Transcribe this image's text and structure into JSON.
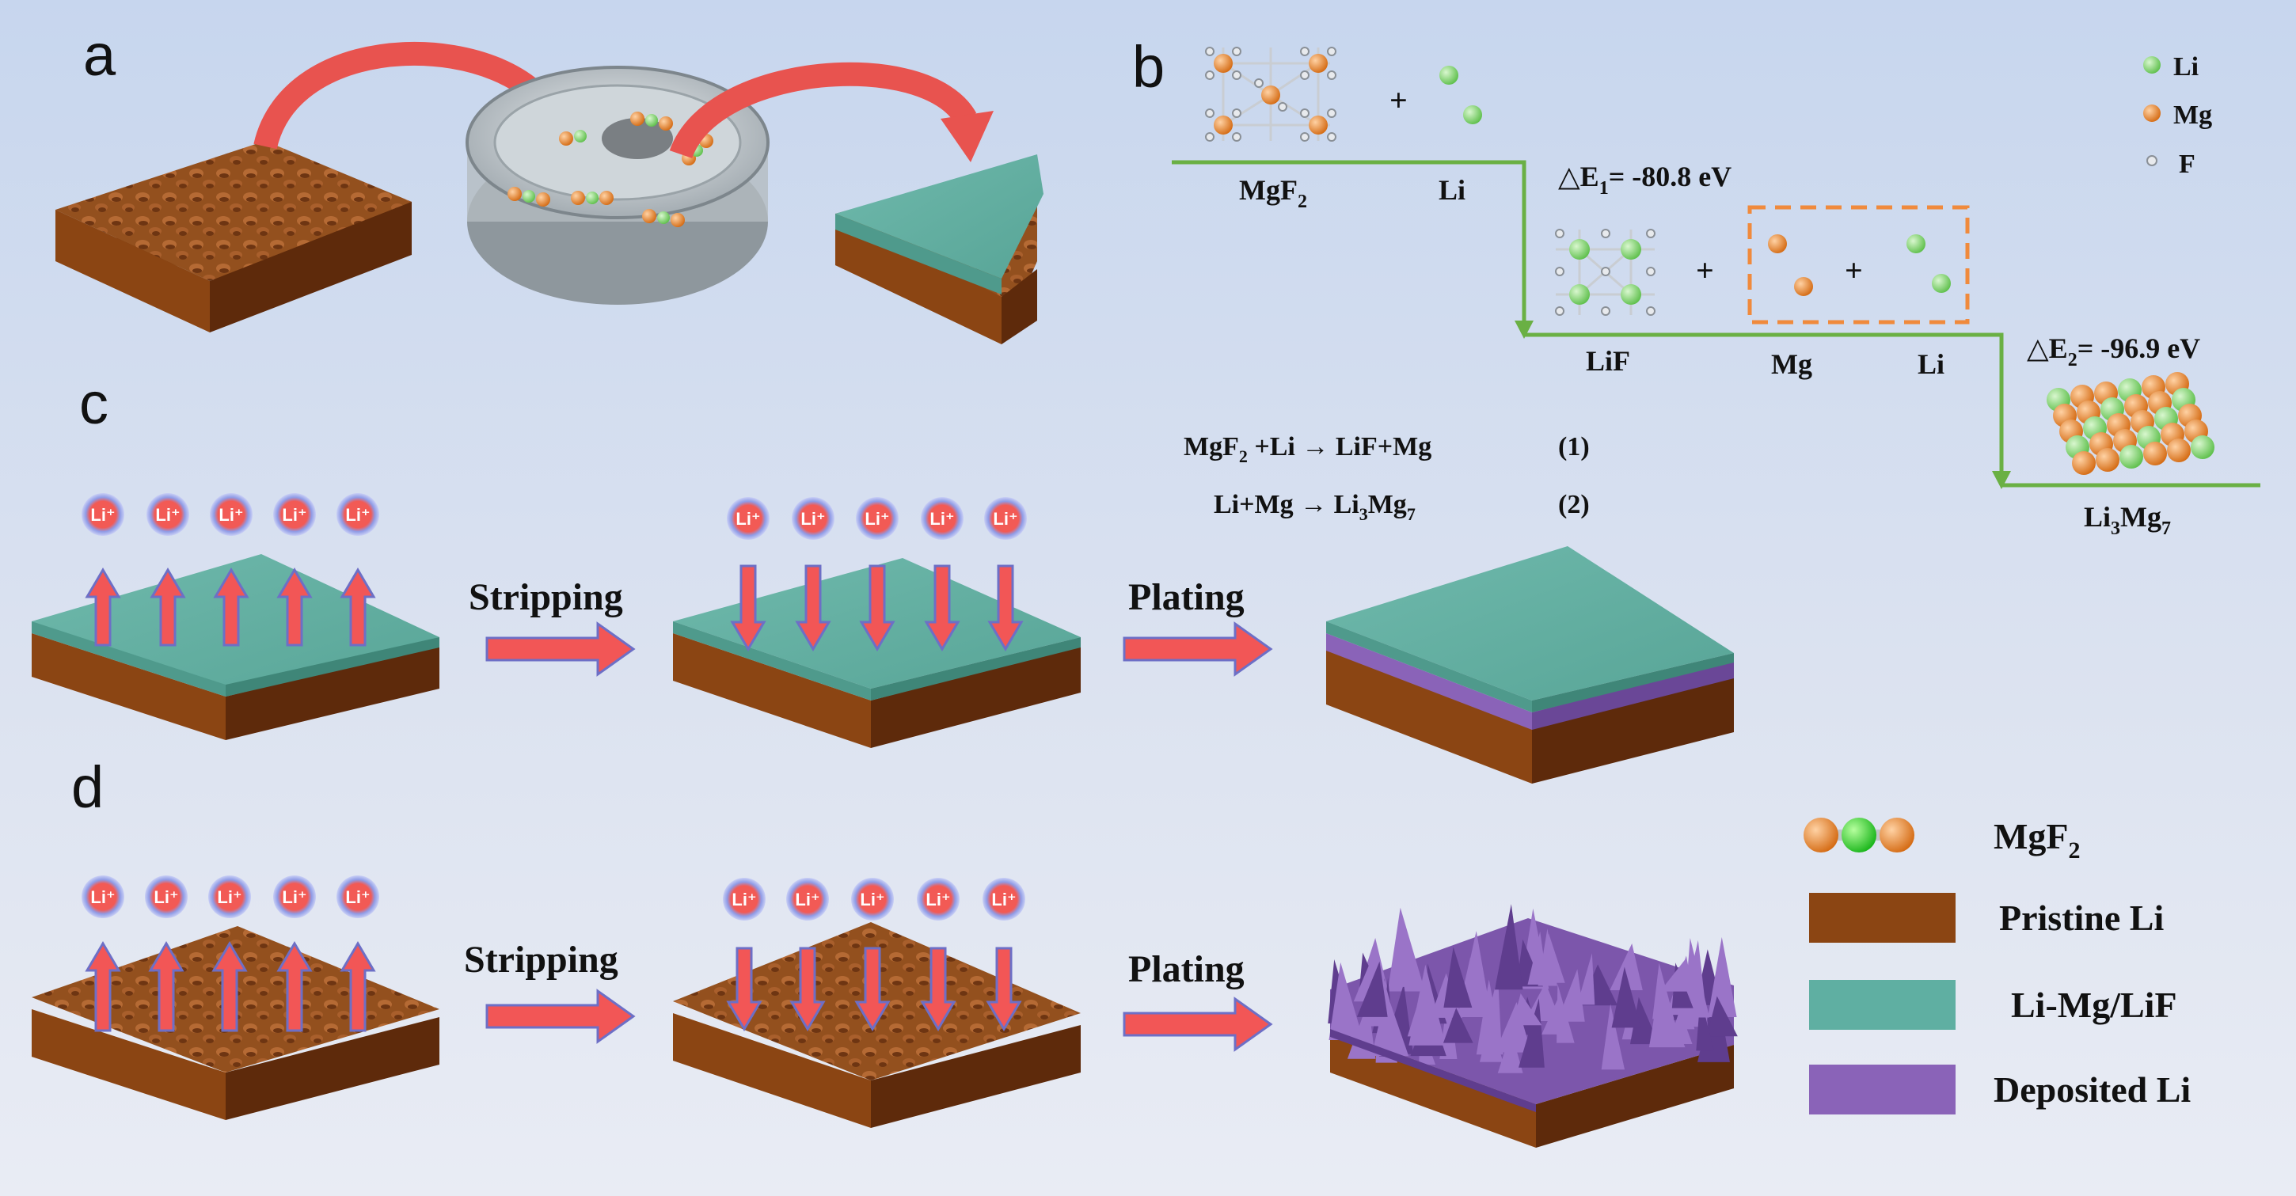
{
  "panels": {
    "a": "a",
    "b": "b",
    "c": "c",
    "d": "d"
  },
  "energy": {
    "state1": {
      "a": "MgF",
      "a_sub": "2",
      "b": "Li"
    },
    "dE1": {
      "pre": "△E",
      "sub": "1",
      "post": "= -80.8 eV"
    },
    "state2": {
      "a": "LiF",
      "b": "Mg",
      "c": "Li"
    },
    "dE2": {
      "pre": "△E",
      "sub": "2",
      "post": "= -96.9 eV"
    },
    "state3": {
      "a": "Li",
      "a_sub": "3",
      "b": "Mg",
      "b_sub": "7"
    },
    "plus": "+"
  },
  "atom_legend": {
    "li": "Li",
    "mg": "Mg",
    "f": "F"
  },
  "equations": {
    "eq1": {
      "l1": "MgF",
      "s1": "2",
      "l2": " +Li → LiF+Mg",
      "num": "(1)"
    },
    "eq2": {
      "l1": "Li+Mg → Li",
      "s1": "3",
      "l2": "Mg",
      "s2": "7",
      "num": "(2)"
    }
  },
  "ion_label": "Li⁺",
  "steps": {
    "stripping": "Stripping",
    "plating": "Plating"
  },
  "legend": {
    "mgf2": {
      "text": "MgF",
      "sub": "2"
    },
    "pristine": "Pristine Li",
    "limg": "Li-Mg/LiF",
    "deposited": "Deposited Li"
  },
  "colors": {
    "li": "#7cd36b",
    "mg": "#e07a22",
    "f": "#bfc5cc",
    "pristine": "#8b4513",
    "coating": "#5fafa2",
    "deposited": "#8a63b8",
    "arrow": "#f25656",
    "line": "#6ab044",
    "dashed": "#f08a3c"
  }
}
